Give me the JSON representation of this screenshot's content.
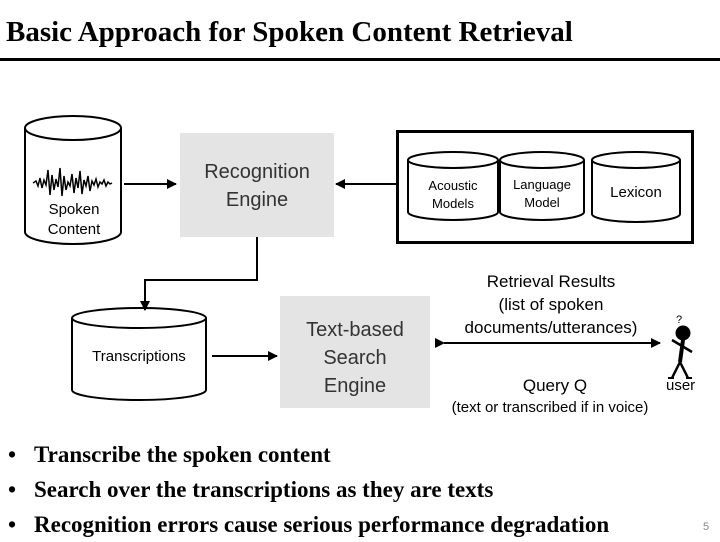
{
  "title": "Basic Approach for Spoken Content Retrieval",
  "diagram": {
    "spoken_content_label": "Spoken\nContent",
    "recognition_engine_label": "Recognition\nEngine",
    "acoustic_models_label": "Acoustic\nModels",
    "language_model_label": "Language\nModel",
    "lexicon_label": "Lexicon",
    "transcriptions_label": "Transcriptions",
    "search_engine_label": "Text-based\nSearch\nEngine",
    "retrieval_results_label": "Retrieval Results\n(list of spoken\ndocuments/utterances)",
    "query_label": "Query Q",
    "query_note": "(text or transcribed if in voice)",
    "user_label": "user",
    "user_question_mark": "?"
  },
  "bullets": [
    "Transcribe the spoken content",
    "Search over the transcriptions as they are texts",
    "Recognition errors cause serious performance degradation"
  ],
  "bullet_symbol": "•",
  "page_number": "5",
  "colors": {
    "engine_fill": "#e4e4e4",
    "stroke": "#000000",
    "page_number": "#888888"
  }
}
